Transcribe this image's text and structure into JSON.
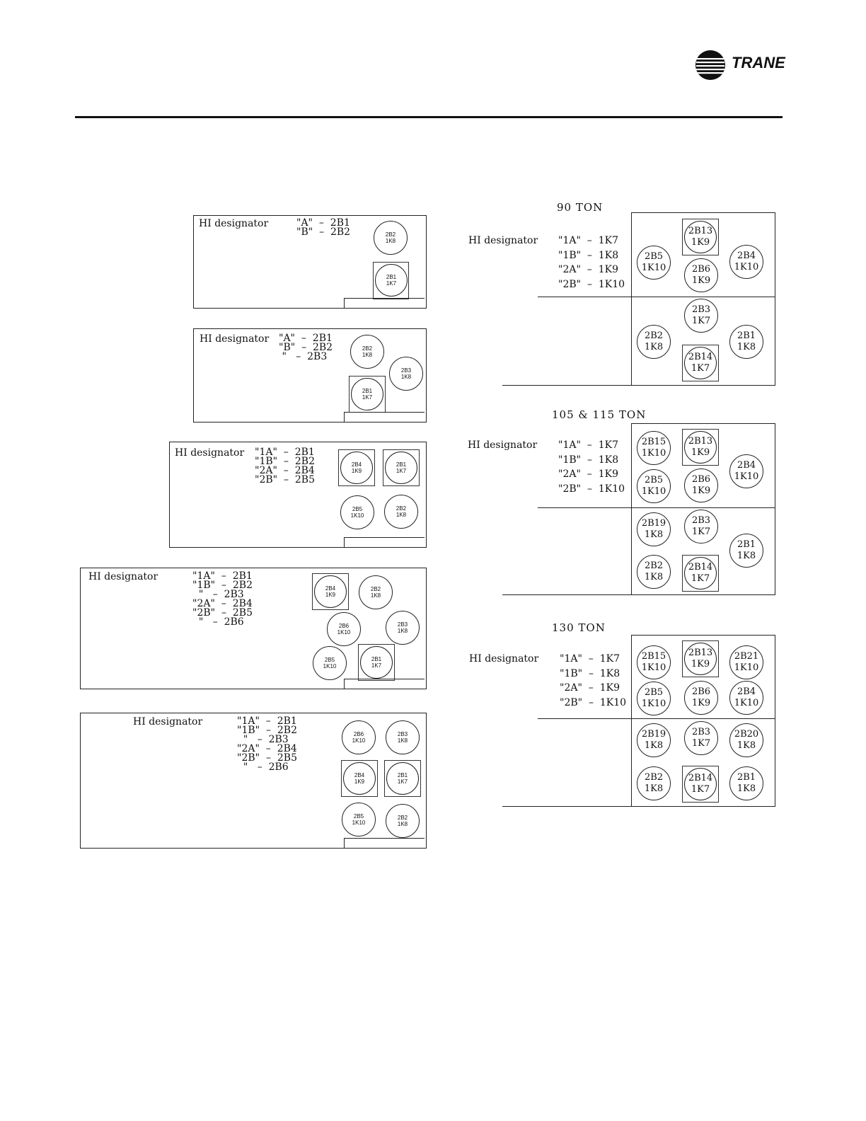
{
  "brand": {
    "logo_text": "TRANE"
  },
  "left_diagrams": [
    {
      "label": "HI designator",
      "mapping_text": "\"A\"  –  2B1\n\"B\"  –  2B2",
      "units": [
        {
          "line1": "2B2",
          "line2": "1K8"
        },
        {
          "line1": "2B1",
          "line2": "1K7"
        }
      ]
    },
    {
      "label": "HI designator",
      "mapping_text": "\"A\"  –  2B1\n\"B\"  –  2B2\n \"   –  2B3",
      "units": [
        {
          "line1": "2B2",
          "line2": "1K8"
        },
        {
          "line1": "2B3",
          "line2": "1K8"
        },
        {
          "line1": "2B1",
          "line2": "1K7"
        }
      ]
    },
    {
      "label": "HI designator",
      "mapping_text": "\"1A\"  –  2B1\n\"1B\"  –  2B2\n\"2A\"  –  2B4\n\"2B\"  –  2B5",
      "units": [
        {
          "line1": "2B4",
          "line2": "1K9"
        },
        {
          "line1": "2B1",
          "line2": "1K7"
        },
        {
          "line1": "2B5",
          "line2": "1K10"
        },
        {
          "line1": "2B2",
          "line2": "1K8"
        }
      ]
    },
    {
      "label": "HI designator",
      "mapping_text": "\"1A\"  –  2B1\n\"1B\"  –  2B2\n  \"   –  2B3\n\"2A\"  –  2B4\n\"2B\"  –  2B5\n  \"   –  2B6",
      "units": [
        {
          "line1": "2B4",
          "line2": "1K9"
        },
        {
          "line1": "2B2",
          "line2": "1K8"
        },
        {
          "line1": "2B6",
          "line2": "1K10"
        },
        {
          "line1": "2B3",
          "line2": "1K8"
        },
        {
          "line1": "2B5",
          "line2": "1K10"
        },
        {
          "line1": "2B1",
          "line2": "1K7"
        }
      ]
    },
    {
      "label": "HI designator",
      "mapping_text": "\"1A\"  –  2B1\n\"1B\"  –  2B2\n  \"   –  2B3\n\"2A\"  –  2B4\n\"2B\"  –  2B5\n  \"   –  2B6",
      "units": [
        {
          "line1": "2B6",
          "line2": "1K10"
        },
        {
          "line1": "2B3",
          "line2": "1K8"
        },
        {
          "line1": "2B4",
          "line2": "1K9"
        },
        {
          "line1": "2B1",
          "line2": "1K7"
        },
        {
          "line1": "2B5",
          "line2": "1K10"
        },
        {
          "line1": "2B2",
          "line2": "1K8"
        }
      ]
    }
  ],
  "right_diagrams": [
    {
      "title": "90 TON",
      "label": "HI designator",
      "mapping_text": "\"1A\"  –  1K7\n\"1B\"  –  1K8\n\"2A\"  –  1K9\n\"2B\"  –  1K10",
      "units": [
        {
          "line1": "2B13",
          "line2": "1K9"
        },
        {
          "line1": "2B5",
          "line2": "1K10"
        },
        {
          "line1": "2B6",
          "line2": "1K9"
        },
        {
          "line1": "2B4",
          "line2": "1K10"
        },
        {
          "line1": "2B3",
          "line2": "1K7"
        },
        {
          "line1": "2B2",
          "line2": "1K8"
        },
        {
          "line1": "2B1",
          "line2": "1K8"
        },
        {
          "line1": "2B14",
          "line2": "1K7"
        }
      ]
    },
    {
      "title": "105 & 115 TON",
      "label": "HI designator",
      "mapping_text": "\"1A\"  –  1K7\n\"1B\"  –  1K8\n\"2A\"  –  1K9\n\"2B\"  –  1K10",
      "units": [
        {
          "line1": "2B15",
          "line2": "1K10"
        },
        {
          "line1": "2B13",
          "line2": "1K9"
        },
        {
          "line1": "2B4",
          "line2": "1K10"
        },
        {
          "line1": "2B5",
          "line2": "1K10"
        },
        {
          "line1": "2B6",
          "line2": "1K9"
        },
        {
          "line1": "2B19",
          "line2": "1K8"
        },
        {
          "line1": "2B3",
          "line2": "1K7"
        },
        {
          "line1": "2B1",
          "line2": "1K8"
        },
        {
          "line1": "2B2",
          "line2": "1K8"
        },
        {
          "line1": "2B14",
          "line2": "1K7"
        }
      ]
    },
    {
      "title": "130 TON",
      "label": "HI designator",
      "mapping_text": "\"1A\"  –  1K7\n\"1B\"  –  1K8\n\"2A\"  –  1K9\n\"2B\"  –  1K10",
      "units": [
        {
          "line1": "2B15",
          "line2": "1K10"
        },
        {
          "line1": "2B13",
          "line2": "1K9"
        },
        {
          "line1": "2B21",
          "line2": "1K10"
        },
        {
          "line1": "2B5",
          "line2": "1K10"
        },
        {
          "line1": "2B6",
          "line2": "1K9"
        },
        {
          "line1": "2B4",
          "line2": "1K10"
        },
        {
          "line1": "2B19",
          "line2": "1K8"
        },
        {
          "line1": "2B3",
          "line2": "1K7"
        },
        {
          "line1": "2B20",
          "line2": "1K8"
        },
        {
          "line1": "2B2",
          "line2": "1K8"
        },
        {
          "line1": "2B14",
          "line2": "1K7"
        },
        {
          "line1": "2B1",
          "line2": "1K8"
        }
      ]
    }
  ]
}
